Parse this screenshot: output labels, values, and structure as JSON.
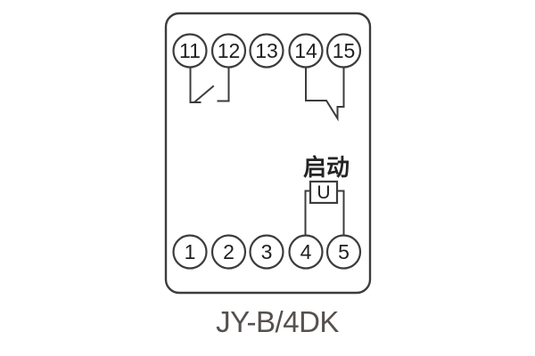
{
  "diagram": {
    "model_label": "JY-B/4DK",
    "terminals": {
      "top": [
        "11",
        "12",
        "13",
        "14",
        "15"
      ],
      "bottom": [
        "1",
        "2",
        "3",
        "4",
        "5"
      ]
    },
    "start_element": {
      "label": "启动",
      "symbol": "U"
    },
    "colors": {
      "line": "#3c3c3c",
      "terminal_text": "#1f1f1f",
      "model_text": "#56504e",
      "background": "#ffffff"
    }
  }
}
